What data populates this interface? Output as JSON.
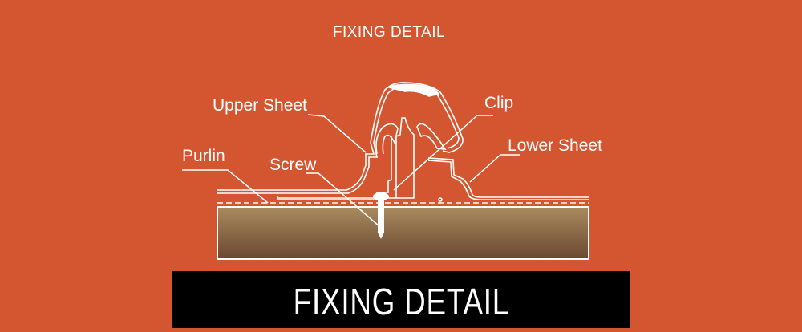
{
  "title": "FIXING DETAIL",
  "labels": {
    "upper_sheet": "Upper Sheet",
    "clip": "Clip",
    "lower_sheet": "Lower Sheet",
    "purlin": "Purlin",
    "screw": "Screw"
  },
  "banner": "FIXING DETAIL",
  "colors": {
    "background": "#d35631",
    "purlin_top": "#a98b5f",
    "purlin_bottom": "#6b4732",
    "banner": "#000000"
  }
}
